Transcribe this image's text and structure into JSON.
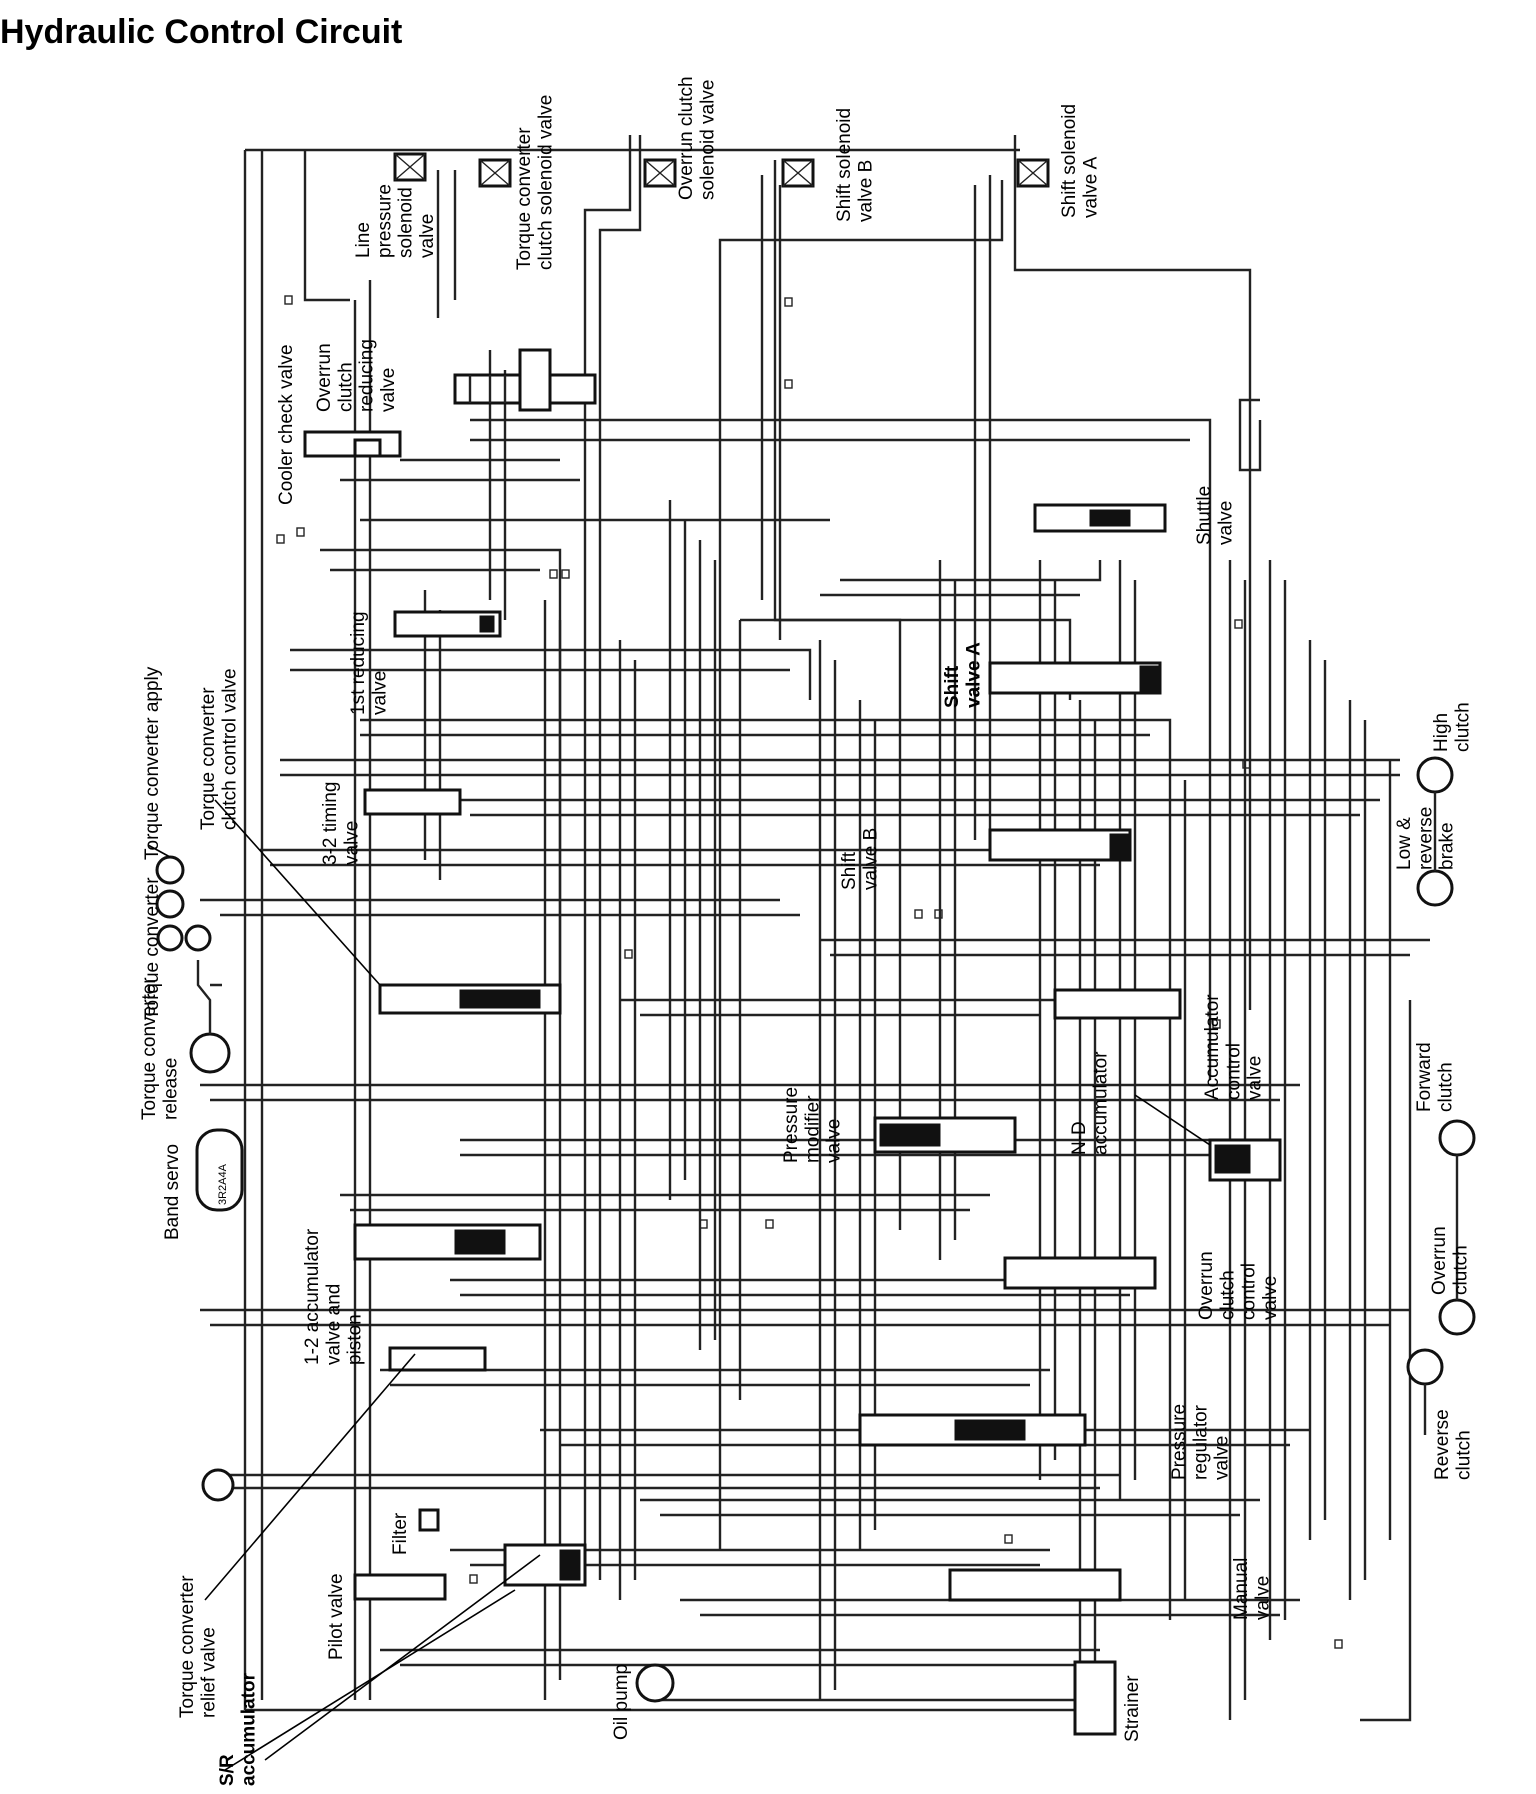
{
  "title": "Hydraulic Control Circuit",
  "labels": {
    "line_pressure_solenoid": "Line\npressure\nsolenoid\nvalve",
    "tcc_solenoid": "Torque converter\nclutch solenoid valve",
    "overrun_clutch_solenoid": "Overrun clutch\nsolenoid valve",
    "shift_solenoid_b": "Shift solenoid\nvalve B",
    "shift_solenoid_a": "Shift solenoid\nvalve A",
    "cooler_check_valve": "Cooler check valve",
    "overrun_clutch_reducing": "Overrun\nclutch\nreducing\nvalve",
    "shuttle_valve": "Shuttle\nvalve",
    "first_reducing": "1st reducing\nvalve",
    "shift_valve_a": "Shift\nvalve A",
    "tcc_apply": "Torque converter apply",
    "tcc_control_valve": "Torque converter\nclutch control valve",
    "timing_32": "3-2 timing\nvalve",
    "shift_valve_b": "Shift\nvalve B",
    "high_clutch": "High\nclutch",
    "low_reverse_brake": "Low &\nreverse\nbrake",
    "torque_converter": "Torque converter",
    "accumulator_control": "Accumulator\ncontrol\nvalve",
    "tc_release": "Torque converter\nrelease",
    "forward_clutch": "Forward\nclutch",
    "pressure_modifier": "Pressure\nmodifier\nvalve",
    "nd_accumulator": "N-D\naccumulator",
    "band_servo": "Band servo",
    "servo_ports": "3R2A4A",
    "acc_12": "1-2 accumulator\nvalve and\npiston",
    "overrun_clutch_control": "Overrun\nclutch\ncontrol\nvalve",
    "overrun_clutch": "Overrun\nclutch",
    "pressure_regulator": "Pressure\nregulator\nvalve",
    "reverse_clutch": "Reverse\nclutch",
    "filter": "Filter",
    "pilot_valve": "Pilot valve",
    "tc_relief": "Torque converter\nrelief valve",
    "manual_valve": "Manual\nvalve",
    "oil_pump": "Oil pump",
    "strainer": "Strainer",
    "sr_accumulator": "S/R\naccumulator"
  }
}
